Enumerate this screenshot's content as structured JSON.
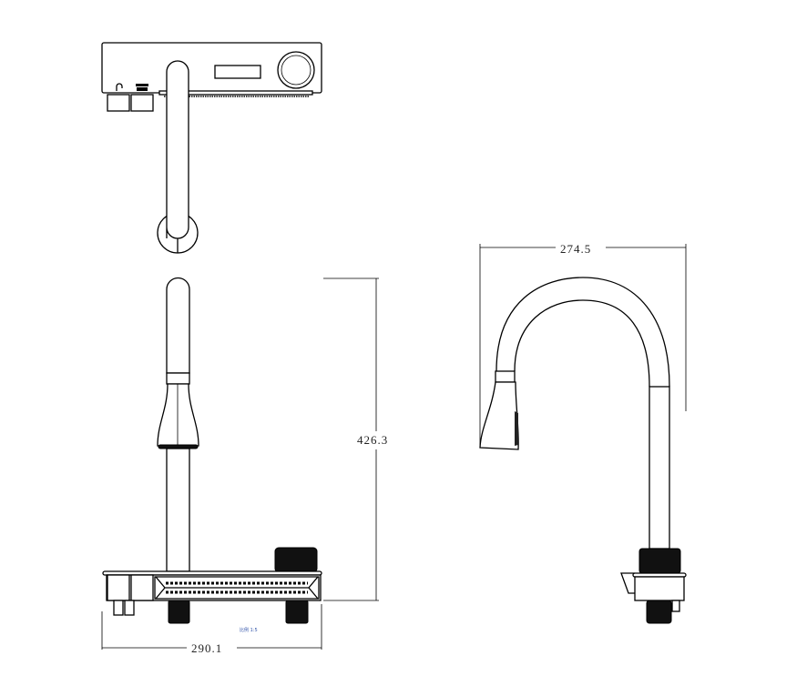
{
  "drawing": {
    "dimensions": {
      "overall_height": "426.3",
      "base_width": "290.1",
      "spout_reach": "274.5"
    },
    "scale_note": "比例 1:5",
    "colors": {
      "line": "#000000",
      "background": "#ffffff",
      "dimension_text": "#222222"
    }
  }
}
